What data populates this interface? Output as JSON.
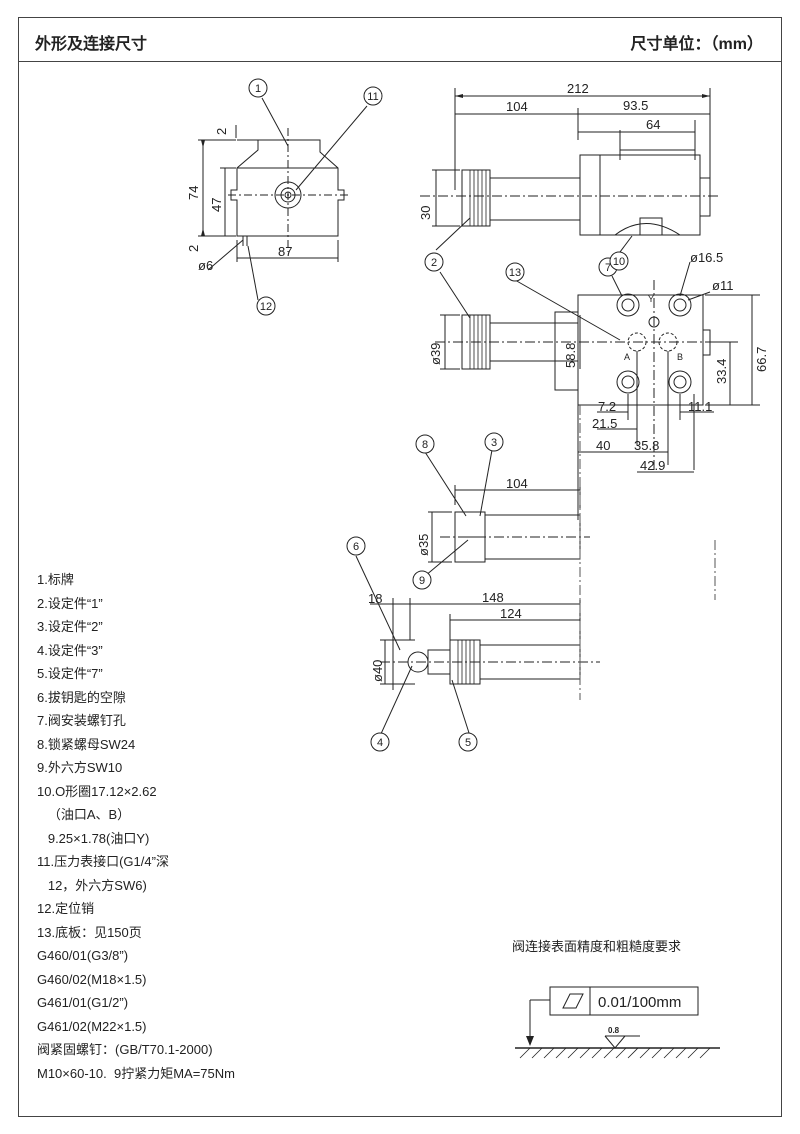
{
  "header": {
    "title": "外形及连接尺寸",
    "unit": "尺寸单位：（mm）"
  },
  "callouts": {
    "c1": "1",
    "c2a": "2",
    "c2b": "2",
    "c3": "3",
    "c4": "4",
    "c5": "5",
    "c6": "6",
    "c7": "7",
    "c8": "8",
    "c9": "9",
    "c10": "10",
    "c11": "11",
    "c12": "12",
    "c13": "13"
  },
  "dims": {
    "d2a": "2",
    "d74": "74",
    "d47": "47",
    "d2b": "2",
    "d6": "ø6",
    "d87": "87",
    "d212": "212",
    "d104a": "104",
    "d93_5": "93.5",
    "d64": "64",
    "d30": "30",
    "d16_5": "ø16.5",
    "d11": "ø11",
    "d39": "ø39",
    "d58_8": "58.8",
    "d66_7": "66.7",
    "d33_4": "33.4",
    "d7_2": "7.2",
    "d21_5": "21.5",
    "d11_1": "11.1",
    "d40a": "40",
    "d35_8": "35.8",
    "d42_9": "42.9",
    "d104b": "104",
    "d35": "ø35",
    "d18": "18",
    "d148": "148",
    "d124": "124",
    "d40b": "ø40"
  },
  "ports": {
    "a": "A",
    "b": "B",
    "y": "Y"
  },
  "legend": [
    "1.标牌",
    "2.设定件“1”",
    "3.设定件“2”",
    "4.设定件“3”",
    "5.设定件“7”",
    "6.拔钥匙的空隙",
    "7.阀安装螺钉孔",
    "8.锁紧螺母SW24",
    "9.外六方SW10",
    "10.O形圈17.12×2.62",
    "   （油口A、B）",
    "   9.25×1.78(油口Y)",
    "11.压力表接口(G1/4”深",
    "   12，外六方SW6)",
    "12.定位销",
    "13.底板：见150页",
    "G460/01(G3/8”)",
    "G460/02(M18×1.5)",
    "G461/01(G1/2”)",
    "G461/02(M22×1.5)",
    "阀紧固螺钉：(GB/T70.1-2000)",
    "M10×60-10.  9拧紧力矩MA=75Nm"
  ],
  "roughness": {
    "title": "阀连接表面精度和粗糙度要求",
    "tolerance": "0.01/100mm",
    "ra": "0.8"
  }
}
